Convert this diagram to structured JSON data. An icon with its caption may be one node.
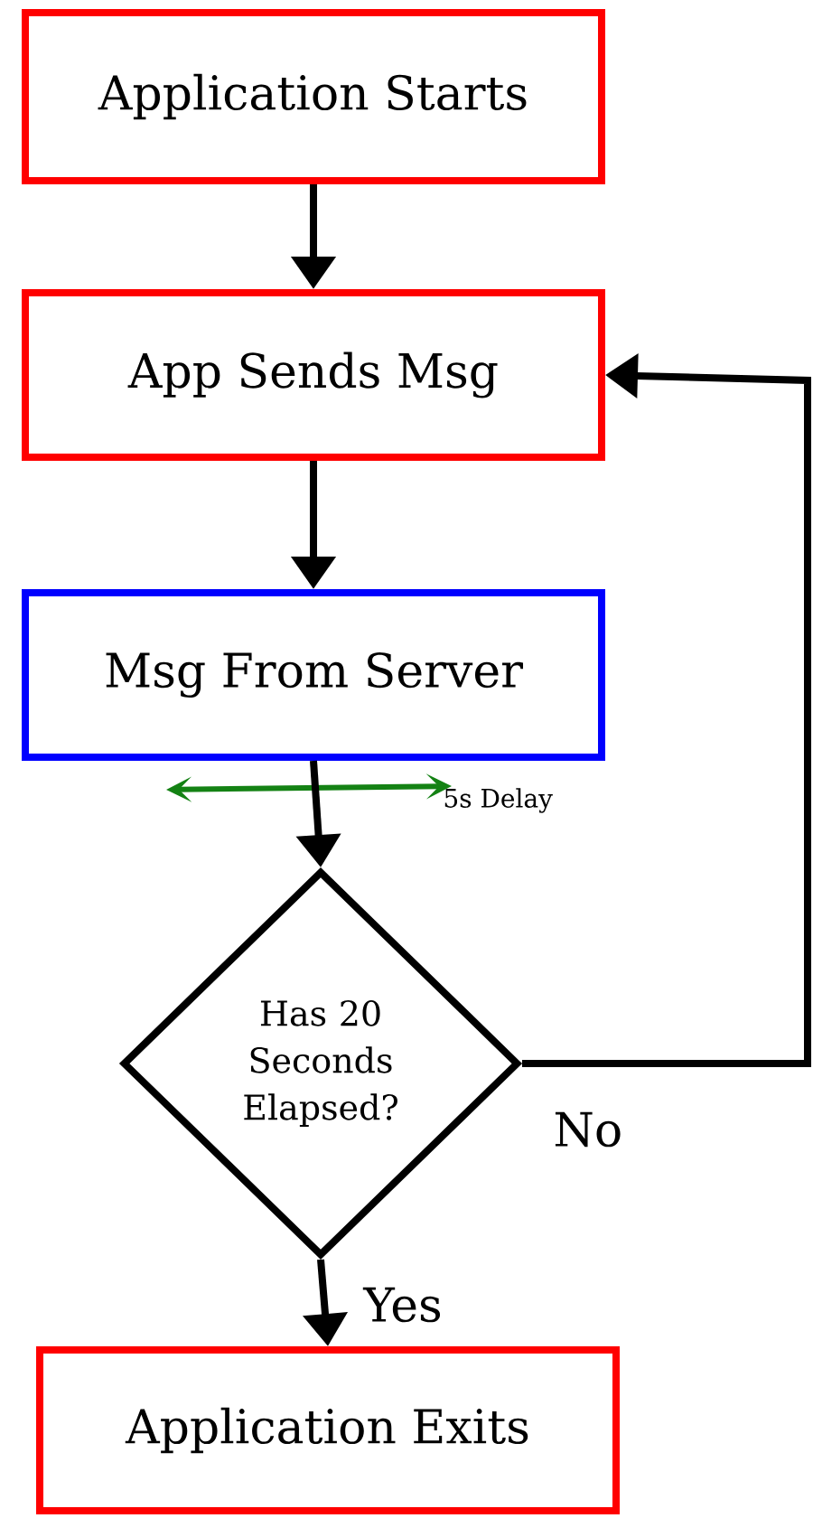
{
  "diagram": {
    "nodes": [
      {
        "text": [
          "Application Starts"
        ]
      },
      {
        "text": [
          "App Sends Msg"
        ]
      },
      {
        "text": [
          "Msg From Server"
        ]
      },
      {
        "text": [
          "Has 20 Seconds Elapsed?"
        ]
      },
      {
        "text": [
          "Application Exits"
        ]
      }
    ],
    "edges": [
      {
        "from": 0,
        "to": 1,
        "arrow": "to"
      },
      {
        "from": 1,
        "to": 2,
        "arrow": "to"
      },
      {
        "from": 2,
        "to": 3,
        "arrow": "to"
      },
      {
        "from": 3,
        "to": 4,
        "arrow": "to",
        "label": "Yes"
      },
      {
        "from": 3,
        "to": 1,
        "arrow": "to",
        "label": "No"
      }
    ],
    "labels": [
      "5s Delay"
    ]
  }
}
